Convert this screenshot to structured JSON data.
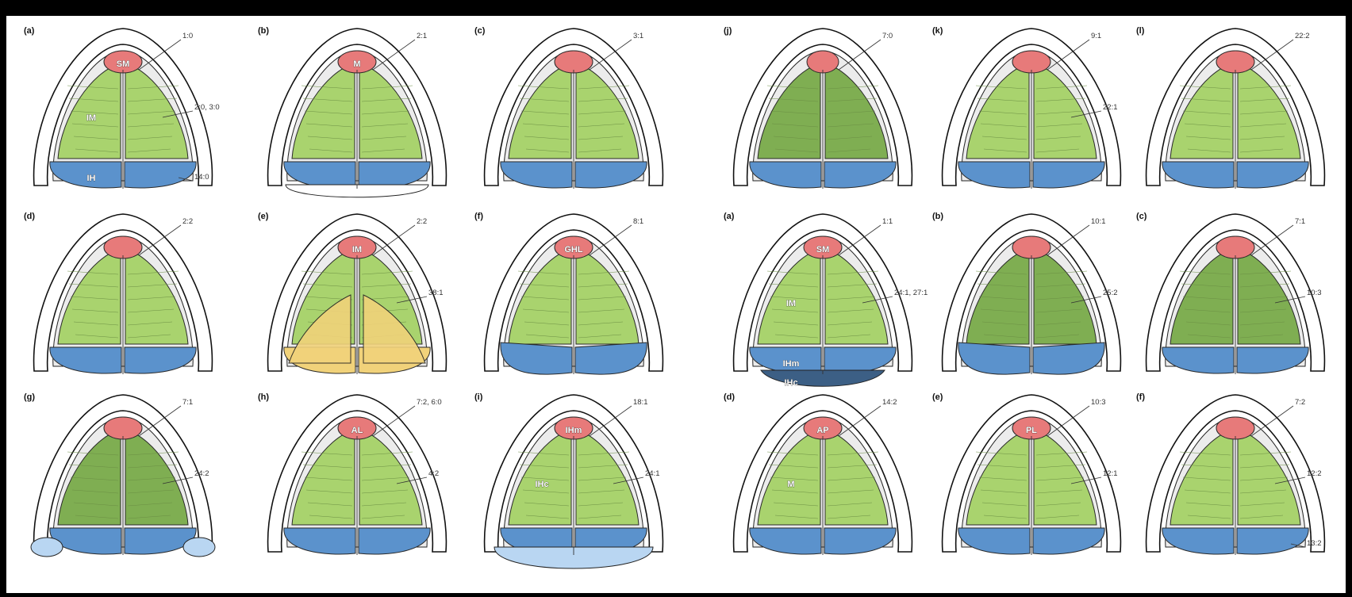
{
  "colors": {
    "background": "#000000",
    "submentalis": "#e77a7a",
    "intermandibularis": "#a9d36e",
    "intermandibularis_dark": "#7fae52",
    "interhyoideus": "#5b92cc",
    "interhyoideus_light": "#b9d6f2",
    "interhyoideus_dark": "#3c5f85",
    "yellow_muscle": "#f1d27a",
    "grey_fill": "#e3e3e3"
  },
  "left_block": {
    "panels": [
      {
        "label": "(a)",
        "callouts": [
          "1:0",
          "2:0, 3:0",
          "14:0"
        ],
        "inner_labels": [
          "SM",
          "IM",
          "IH"
        ]
      },
      {
        "label": "(b)",
        "callouts": [
          "2:1"
        ],
        "inner_labels": [
          "M"
        ]
      },
      {
        "label": "(c)",
        "callouts": [
          "3:1"
        ],
        "inner_labels": []
      },
      {
        "label": "(d)",
        "callouts": [
          "2:2"
        ],
        "inner_labels": []
      },
      {
        "label": "(e)",
        "callouts": [
          "2:2",
          "38:1"
        ],
        "inner_labels": [
          "IM"
        ]
      },
      {
        "label": "(f)",
        "callouts": [
          "8:1"
        ],
        "inner_labels": [
          "GHL"
        ]
      },
      {
        "label": "(g)",
        "callouts": [
          "7:1",
          "24:2"
        ],
        "inner_labels": []
      },
      {
        "label": "(h)",
        "callouts": [
          "7:2, 6:0",
          "4:2"
        ],
        "inner_labels": [
          "AL"
        ]
      },
      {
        "label": "(i)",
        "callouts": [
          "18:1",
          "24:1"
        ],
        "inner_labels": [
          "IHm",
          "IHc"
        ]
      }
    ]
  },
  "right_block": {
    "panels": [
      {
        "label": "(j)",
        "callouts": [
          "7:0"
        ],
        "inner_labels": []
      },
      {
        "label": "(k)",
        "callouts": [
          "9:1",
          "22:1"
        ],
        "inner_labels": []
      },
      {
        "label": "(l)",
        "callouts": [
          "22:2"
        ],
        "inner_labels": []
      },
      {
        "label": "(a)",
        "callouts": [
          "1:1",
          "24:1, 27:1"
        ],
        "inner_labels": [
          "SM",
          "IM",
          "IHm",
          "IHc"
        ]
      },
      {
        "label": "(b)",
        "callouts": [
          "10:1",
          "25:2"
        ],
        "inner_labels": []
      },
      {
        "label": "(c)",
        "callouts": [
          "7:1",
          "10:3"
        ],
        "inner_labels": []
      },
      {
        "label": "(d)",
        "callouts": [
          "14:2"
        ],
        "inner_labels": [
          "AP",
          "M"
        ]
      },
      {
        "label": "(e)",
        "callouts": [
          "10:3",
          "12:1"
        ],
        "inner_labels": [
          "PL"
        ]
      },
      {
        "label": "(f)",
        "callouts": [
          "7:2",
          "12:2",
          "13:2"
        ],
        "inner_labels": []
      }
    ]
  }
}
